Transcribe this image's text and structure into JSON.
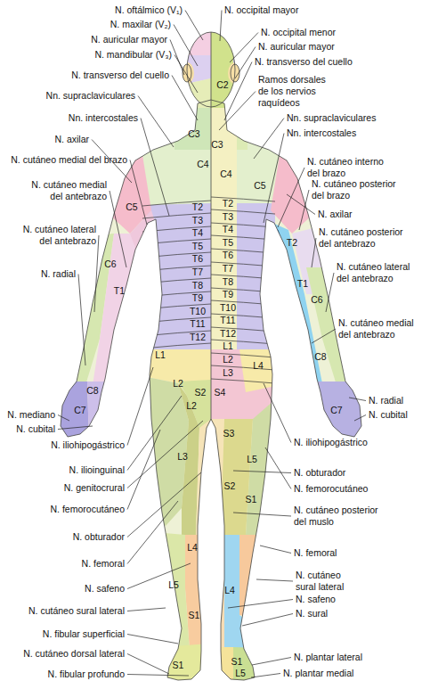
{
  "diagram": {
    "labels": [
      "N. oftálmico (V₁)",
      "N. maxilar (V₂)",
      "N. auricular mayor",
      "N. mandibular (V₃)",
      "N. transverso del cuello",
      "Nn. supraclaviculares",
      "Nn. intercostales",
      "N. axilar",
      "N. cutáneo medial del brazo",
      "N. cutáneo medial del antebrazo",
      "N. cutáneo lateral del antebrazo",
      "N. radial",
      "N. mediano",
      "N. cubital",
      "N. iliohipogástrico",
      "N. ilioinguinal",
      "N. genitocrural",
      "N. femorocutáneo",
      "N. obturador",
      "N. femoral",
      "N. safeno",
      "N. cutáneo sural lateral",
      "N. fibular superficial",
      "N. cutáneo dorsal lateral",
      "N. fibular profundo",
      "N. occipital mayor",
      "N. occipital menor",
      "N. auricular mayor",
      "N. transverso del cuello",
      "Ramos dorsales de los nervios raquídeos",
      "Nn. supraclaviculares",
      "Nn. intercostales",
      "N. cutáneo interno del brazo",
      "N. cutáneo posterior del brazo",
      "N. axilar",
      "N. cutáneo posterior del antebrazo",
      "N. cutáneo lateral del antebrazo",
      "N. cutáneo medial del antebrazo",
      "N. radial",
      "N. cubital",
      "N. iliohipogástrico",
      "N. obturador",
      "N. femorocutáneo",
      "N. cutáneo posterior del muslo",
      "N. femoral",
      "N. cutáneo sural lateral",
      "N. safeno",
      "N. sural",
      "N. plantar lateral",
      "N. plantar medial",
      "C3",
      "C4",
      "C5",
      "T2",
      "T3",
      "T4",
      "T5",
      "T6",
      "T7",
      "T8",
      "T9",
      "T10",
      "T11",
      "T12",
      "C6",
      "T1",
      "L1",
      "L2",
      "S2",
      "L2",
      "C7",
      "C8",
      "L3",
      "L4",
      "L5",
      "S1",
      "S1",
      "C2",
      "C3",
      "C4",
      "C5",
      "T2",
      "T3",
      "T4",
      "T5",
      "T6",
      "T7",
      "T8",
      "T9",
      "T10",
      "T11",
      "T12",
      "L1",
      "L2",
      "L3",
      "T2",
      "T1",
      "C6",
      "C8",
      "C7",
      "L4",
      "S4",
      "S3",
      "L5",
      "S2",
      "S1",
      "L4",
      "S1",
      "L5"
    ]
  }
}
